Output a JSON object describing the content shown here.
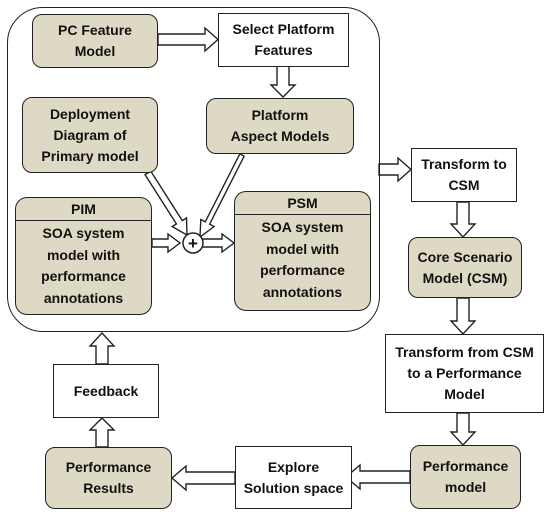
{
  "nodes": {
    "pc_feature_model": [
      "PC Feature",
      "Model"
    ],
    "select_platform_features": [
      "Select Platform",
      "Features"
    ],
    "deployment_diagram": [
      "Deployment",
      "Diagram of",
      "Primary model"
    ],
    "platform_aspect_models": [
      "Platform",
      "Aspect Models"
    ],
    "pim": {
      "header": "PIM",
      "body": [
        "SOA system",
        "model with",
        "performance",
        "annotations"
      ]
    },
    "psm": {
      "header": "PSM",
      "body": [
        "SOA system",
        "model with",
        "performance",
        "annotations"
      ]
    },
    "transform_to_csm": [
      "Transform to",
      "CSM"
    ],
    "core_scenario_model": [
      "Core Scenario",
      "Model (CSM)"
    ],
    "transform_from_csm": [
      "Transform from CSM",
      "to a Performance",
      "Model"
    ],
    "performance_model": [
      "Performance",
      "model"
    ],
    "explore_solution_space": [
      "Explore",
      "Solution space"
    ],
    "performance_results": [
      "Performance",
      "Results"
    ],
    "feedback": [
      "Feedback"
    ]
  },
  "combine_symbol": "+",
  "colors": {
    "node_fill": "#ddd9c4",
    "stroke": "#222222",
    "background": "#ffffff"
  }
}
